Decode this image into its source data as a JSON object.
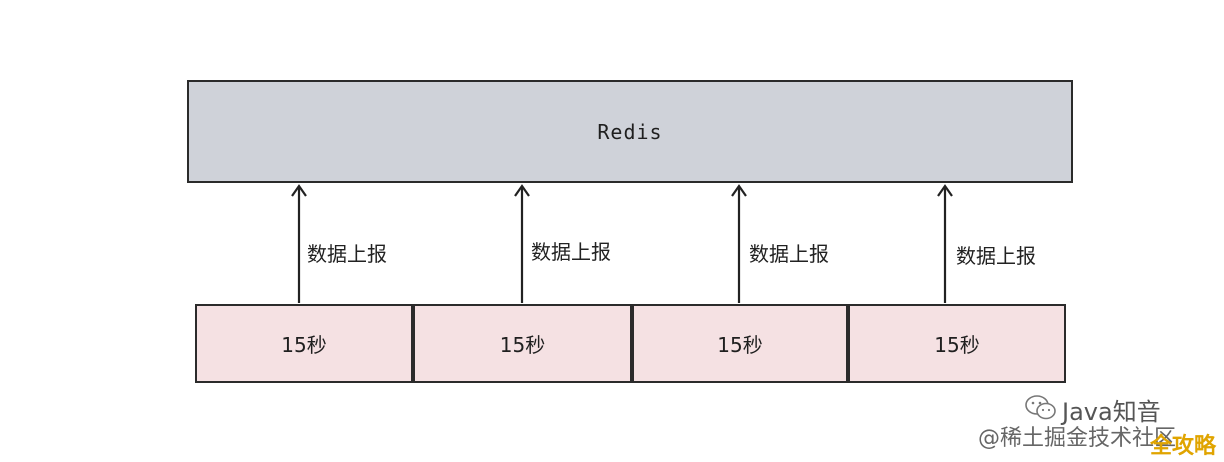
{
  "diagram": {
    "top_node": {
      "label": "Redis",
      "fill": "#cfd2d9"
    },
    "edge_label": "数据上报",
    "intervals": [
      {
        "label": "15秒"
      },
      {
        "label": "15秒"
      },
      {
        "label": "15秒"
      },
      {
        "label": "15秒"
      }
    ],
    "interval_fill": "#f5e1e3",
    "edges": [
      {
        "label": "数据上报"
      },
      {
        "label": "数据上报"
      },
      {
        "label": "数据上报"
      },
      {
        "label": "数据上报"
      }
    ]
  },
  "watermark": {
    "line1": "Java知音",
    "line2": "@稀土掘金技术社区",
    "badge": "全攻略"
  }
}
